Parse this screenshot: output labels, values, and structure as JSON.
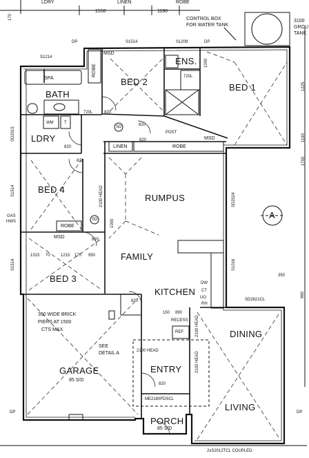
{
  "rooms": {
    "bed1": "BED 1",
    "bed2": "BED 2",
    "bed3": "BED 3",
    "bed4": "BED 4",
    "ens": "ENS.",
    "bath": "BATH",
    "spa": "SPA",
    "ldry": "LDRY",
    "rumpus": "RUMPUS",
    "family": "FAMILY",
    "kitchen": "KITCHEN",
    "dining": "DINING",
    "living": "LIVING",
    "garage": "GARAGE",
    "garage_sub": "85 S/D",
    "entry": "ENTRY",
    "porch": "PORCH",
    "porch_sub": "85 S/D"
  },
  "fixtures": {
    "robe": "ROBE",
    "msd": "MSD",
    "linen": "LINEN",
    "wm": "WM",
    "t": "T",
    "sd": "SD",
    "recess": "RECESS",
    "ref": "REF",
    "dw": "DW",
    "ct": "CT",
    "uo": "UO",
    "rh": "RH",
    "post": "POST",
    "gas": "GAS",
    "hws": "HWS",
    "north": "A"
  },
  "notes": {
    "control_box": "CONTROL BOX",
    "water_tank": "FOR WATER TANK",
    "ground_tank_1": "3100",
    "ground_tank_2": "GROU",
    "ground_tank_3": "TANK",
    "piers_1": "350 WIDE BRICK",
    "piers_2": "PIERS AT 1500",
    "piers_3": "CTS MAX.",
    "see_detail_1": "SEE",
    "see_detail_2": "DETAIL A",
    "head_2100_a": "2100 HEAD",
    "head_2100_b": "2100 HEAD",
    "head_2100_c": "2100 HEAD",
    "head_2100_d": "2100 HEAD",
    "dim_1000": "1000",
    "me_door": "ME2180FDSCL",
    "bottom_window": "2xS2012TCL COUPLED",
    "dining_window": "SD2821CL"
  },
  "dimensions": {
    "top_ldry": "LDRY",
    "top_linen": "LINEN",
    "top_robe": "ROBE",
    "d1550": "1550",
    "d1190": "1190",
    "d170": "170",
    "s1514_top": "S1514",
    "s1209": "S1209",
    "s1214": "S1214",
    "d720_a": "720L",
    "d720_b": "720L",
    "d1000_ens": "1000",
    "d820_1": "820",
    "d820_2": "820",
    "d820_3": "820",
    "d820_4": "820",
    "d820_5": "820",
    "d820_6": "820",
    "d820_7": "820",
    "d820_8": "820",
    "sd2015": "SD2015",
    "s1514_l": "S1514",
    "s1514_l2": "S1514",
    "sd2024": "SD2024",
    "s1016": "S1016",
    "d1315": "1315",
    "d70": "70",
    "d1215": "1215",
    "d170b": "170",
    "d950": "950",
    "d350": "350",
    "d960": "960",
    "d150": "150",
    "d890": "890",
    "dp": "DP",
    "d1225": "1225",
    "d1190r": "1190",
    "d1700": "1700"
  }
}
